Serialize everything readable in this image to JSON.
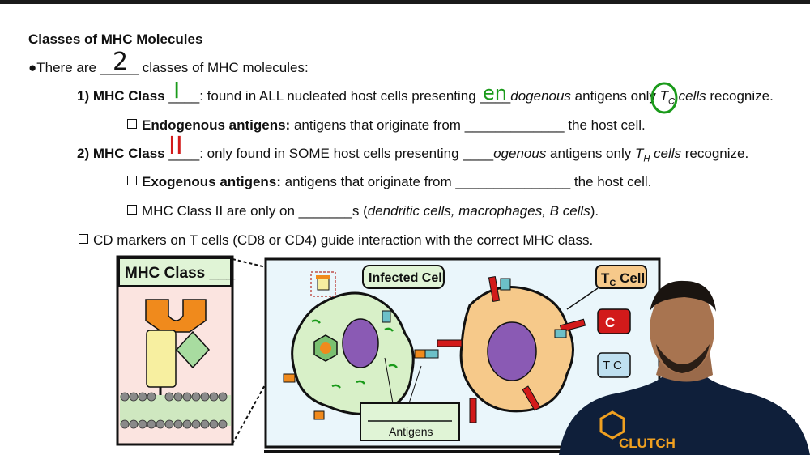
{
  "page_title": "Classes of MHC Molecules",
  "bullet_intro": {
    "prefix": "●There are ",
    "blank": "_____",
    "handwritten": "2",
    "suffix": " classes of MHC molecules:"
  },
  "line1": {
    "label": "1) MHC Class ",
    "blank": "____",
    "handwritten": "I",
    "text_a": ": found in ALL nucleated host cells presenting ",
    "blank2": "____",
    "handwritten2": "en",
    "italic": "dogenous",
    "text_b": " antigens only ",
    "tc_main": "T",
    "tc_sub": "C",
    "cells": " cells",
    "text_c": " recognize."
  },
  "line2": {
    "bold": "Endogenous antigens:",
    "text": " antigens that originate from _____________ the host cell."
  },
  "line3": {
    "label": "2) MHC Class ",
    "blank": "____",
    "handwritten": "II",
    "text_a": ": only found in SOME host cells presenting ____",
    "italic": "ogenous",
    "text_b": " antigens only ",
    "th_main": "T",
    "th_sub": "H",
    "cells": " cells",
    "text_c": " recognize."
  },
  "line4": {
    "bold": "Exogenous antigens:",
    "text": " antigens that originate from _______________ the host cell."
  },
  "line5": {
    "text_a": "MHC Class II are only on _______s (",
    "italic": "dendritic cells, macrophages, B cells",
    "text_b": ")."
  },
  "line6": {
    "text": "CD markers on T cells (CD8 or CD4) guide interaction with the correct MHC class."
  },
  "diagram": {
    "mhc_box_title": "MHC Class ___",
    "infected_cell": "Infected Cell",
    "tc_cell_main": "T",
    "tc_cell_sub": "C",
    "tc_cell_suffix": " Cell",
    "cd_partial": "C",
    "t_partial": "T C",
    "antigens": "Antigens"
  },
  "logo": {
    "text": "CLUTCH"
  },
  "colors": {
    "handwriting_black": "#111111",
    "handwriting_green": "#1a9a1a",
    "handwriting_red": "#d21a1a",
    "orange": "#f08a1c",
    "cell_green": "#d8f0c8",
    "tcell_orange": "#f6c98a",
    "nucleus_purple": "#8a5ab4",
    "diagram_border": "#111111"
  }
}
